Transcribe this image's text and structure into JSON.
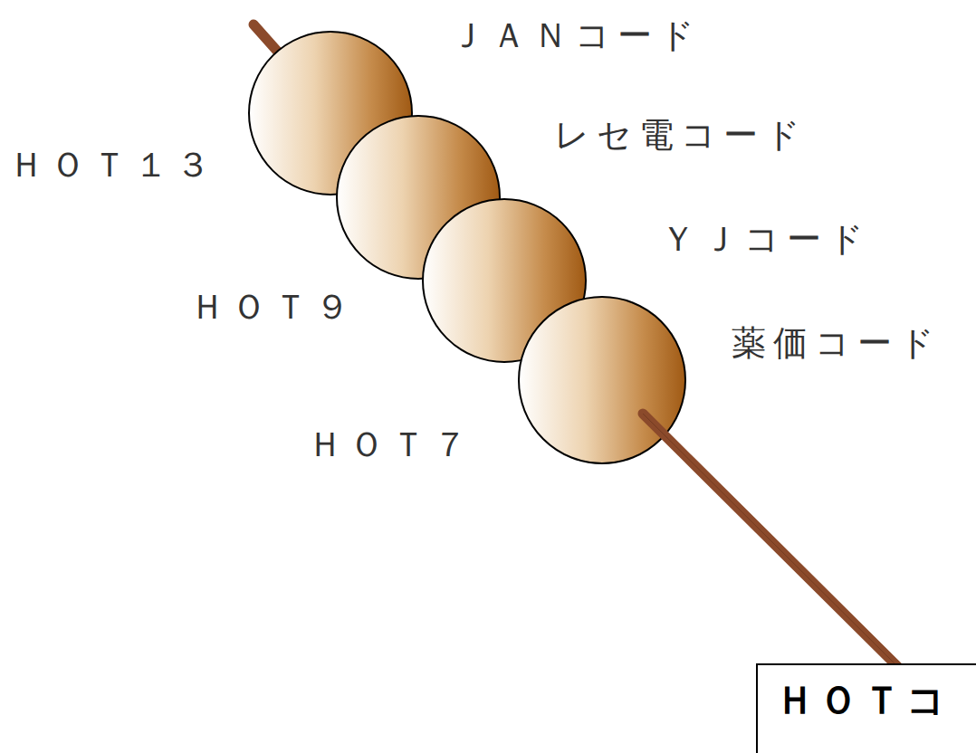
{
  "diagram": {
    "nodes": [
      {
        "text": [
          "ＨＯＴコ"
        ]
      }
    ],
    "labels": [
      "ＪＡＮコード",
      "ＨＯＴ１３",
      "レセ電コード",
      "ＹＪコード",
      "ＨＯＴ９",
      "薬価コード",
      "ＨＯＴ７"
    ]
  }
}
